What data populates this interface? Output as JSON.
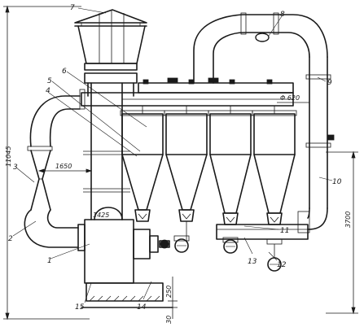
{
  "callouts": [
    "1",
    "2",
    "3",
    "4",
    "5",
    "6",
    "7",
    "8",
    "9",
    "10",
    "11",
    "12",
    "13",
    "14",
    "15"
  ],
  "dimensions": {
    "overall_height": "11045",
    "pipe_diameter": "Φ 620",
    "span": "1650",
    "lower_height": "3700",
    "inlet_size": "1425",
    "base_offset": "250",
    "foot_offset": "30"
  }
}
